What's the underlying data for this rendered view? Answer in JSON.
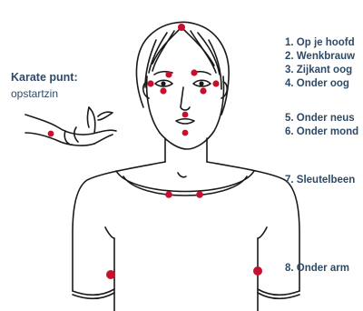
{
  "karate": {
    "title": "Karate punt:",
    "subtitle": "opstartzin"
  },
  "points": [
    {
      "label": "1. Op je hoofd"
    },
    {
      "label": "2. Wenkbrauw"
    },
    {
      "label": "3. Zijkant oog"
    },
    {
      "label": "4. Onder oog"
    },
    {
      "label": "5. Onder neus"
    },
    {
      "label": "6. Onder mond"
    },
    {
      "label": "7. Sleutelbeen"
    },
    {
      "label": "8. Onder arm"
    }
  ],
  "colors": {
    "label_text": "#2e4a66",
    "point_marker": "#c8102e",
    "line_art": "#1a1a1a"
  }
}
